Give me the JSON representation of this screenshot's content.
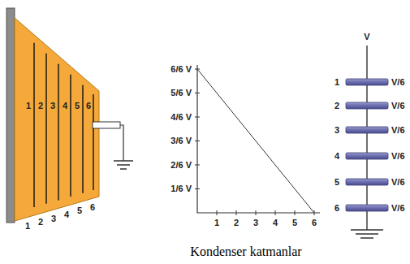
{
  "diagram": {
    "caption": "Kondenser katmanlar",
    "labels": [
      "1",
      "2",
      "3",
      "4",
      "5",
      "6",
      "1",
      "2",
      "3",
      "4",
      "5",
      "6",
      "6/6 V",
      "5/6 V",
      "4/6 V",
      "3/6 V",
      "2/6 V",
      "1/6 V",
      "1",
      "2",
      "3",
      "4",
      "5",
      "6",
      "V",
      "1",
      "2",
      "3",
      "4",
      "5",
      "6",
      "V/6",
      "V/6",
      "V/6",
      "V/6",
      "V/6",
      "V/6"
    ]
  }
}
